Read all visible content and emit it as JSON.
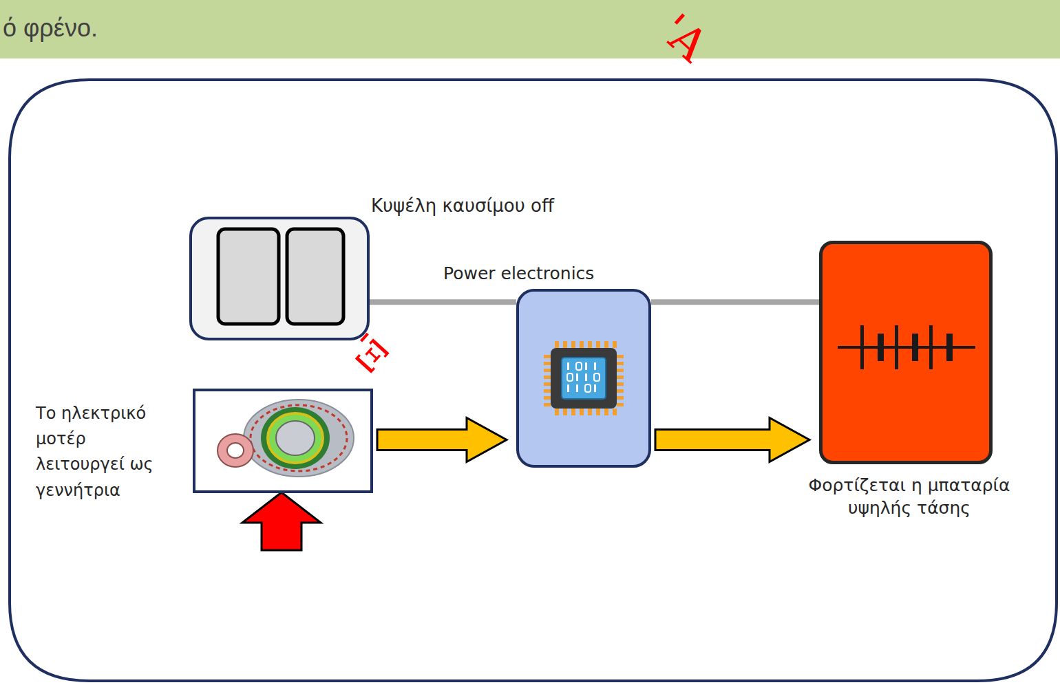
{
  "diagram": {
    "nodes": [
      {
        "text": [
          "ό φρένο."
        ]
      },
      {
        "text": [
          "Κυψέλη καυσίμου off"
        ]
      },
      {
        "text": [
          "Power electronics"
        ]
      },
      {
        "text": [
          "Φορτίζεται η μπαταρία υψηλής τάσης"
        ]
      },
      {
        "text": [
          "Το ηλεκτρικό μοτέρ λειτουργεί ως γεννήτρια"
        ]
      }
    ],
    "edges": [
      {
        "from": 1,
        "to": 2,
        "arrow": "none"
      },
      {
        "from": 2,
        "to": 3,
        "arrow": "none"
      },
      {
        "from": 4,
        "to": 2,
        "arrow": "to"
      },
      {
        "from": 2,
        "to": 3,
        "arrow": "to"
      }
    ],
    "labels": [
      "'Α",
      "'Ξ"
    ]
  }
}
